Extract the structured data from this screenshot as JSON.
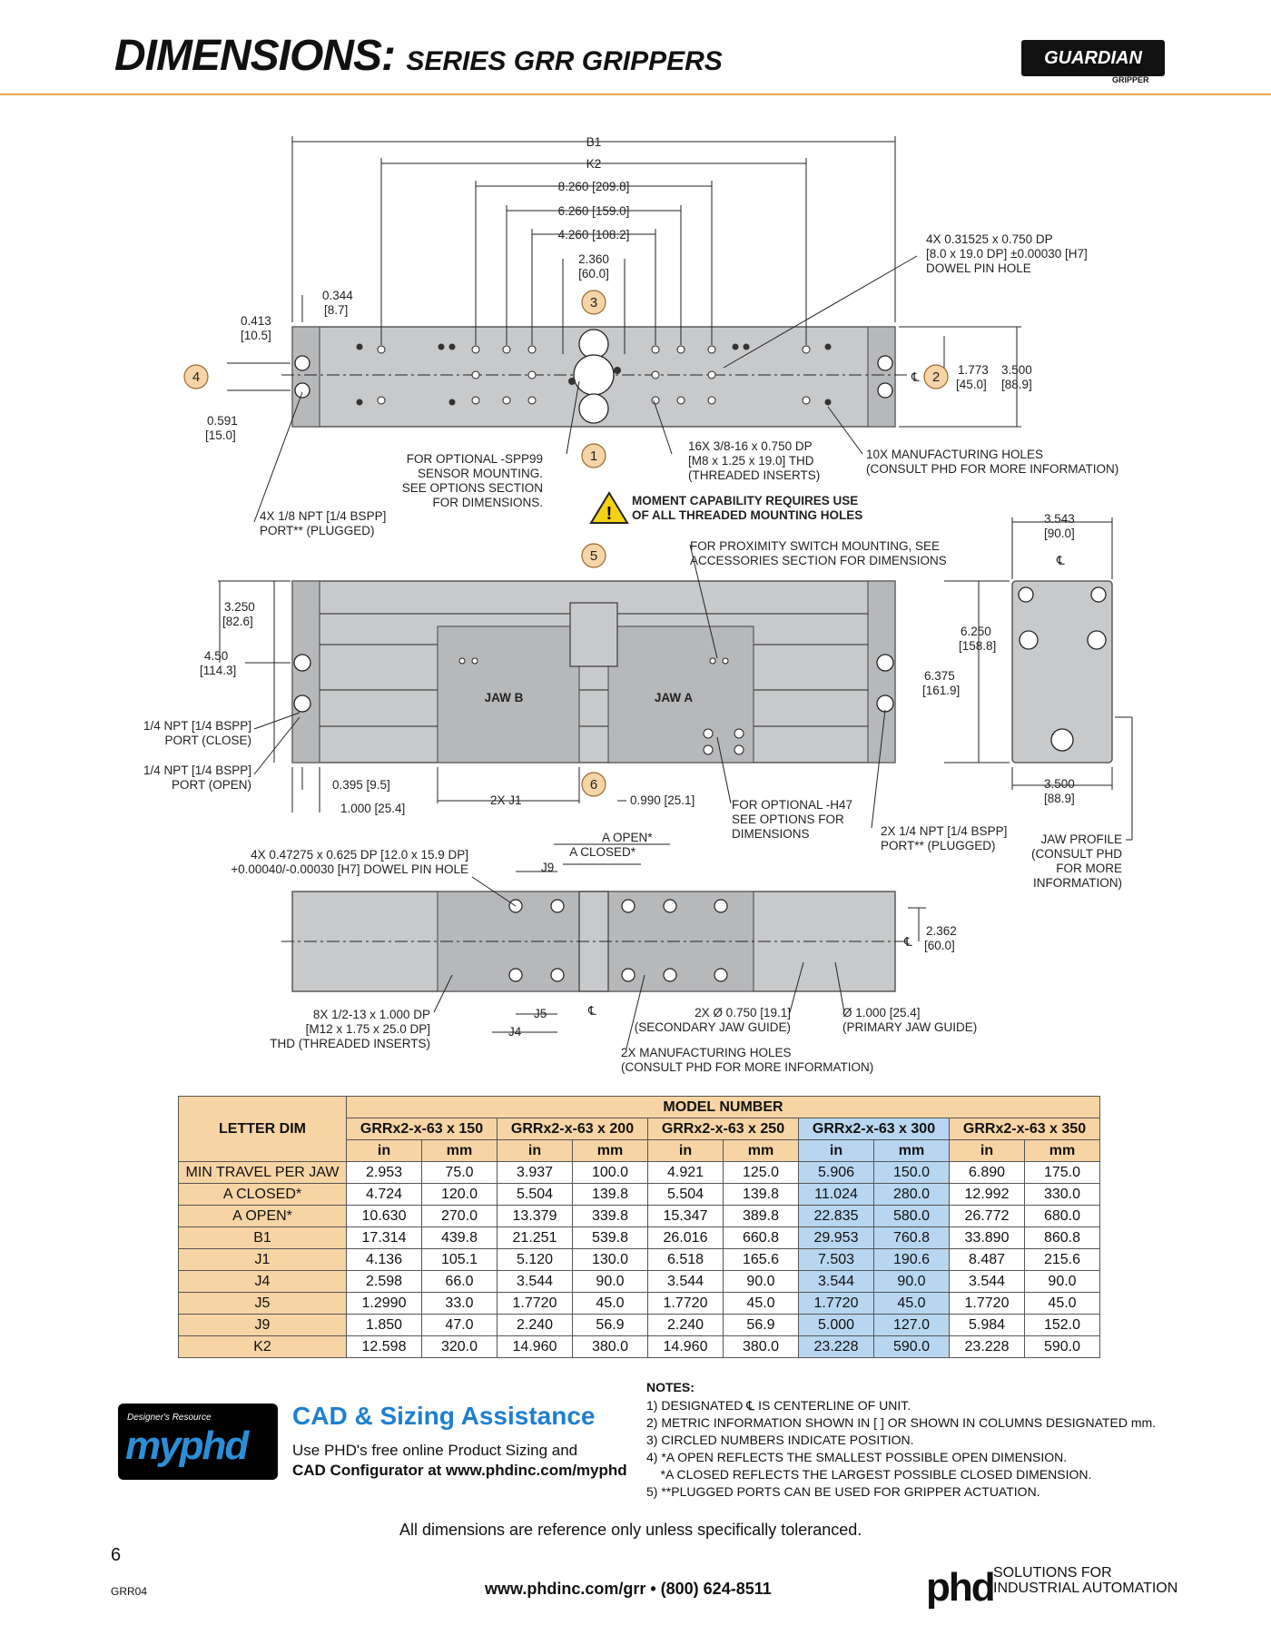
{
  "header": {
    "title_main": "DIMENSIONS:",
    "title_sub": "SERIES GRR GRIPPERS",
    "logo": "GUARDIAN",
    "logo_sub": "GRIPPER"
  },
  "drawing_labels": {
    "b1": "B1",
    "k2": "K2",
    "d8260": "8.260 [209.8]",
    "d6260": "6.260 [159.0]",
    "d4260": "4.260 [108.2]",
    "d2360a": "2.360",
    "d2360b": "[60.0]",
    "d0344a": "0.344",
    "d0344b": "[8.7]",
    "d0413a": "0.413",
    "d0413b": "[10.5]",
    "d0591a": "0.591",
    "d0591b": "[15.0]",
    "d1773a": "1.773",
    "d1773b": "[45.0]",
    "d3500a": "3.500",
    "d3500b": "[88.9]",
    "dowel1": "4X 0.31525 x 0.750 DP",
    "dowel2": "[8.0 x 19.0 DP] ±0.00030 [H7]",
    "dowel3": "DOWEL PIN HOLE",
    "spp1": "FOR OPTIONAL -SPP99",
    "spp2": "SENSOR MOUNTING.",
    "spp3": "SEE OPTIONS SECTION",
    "spp4": "FOR DIMENSIONS.",
    "thd1": "16X 3/8-16 x 0.750 DP",
    "thd2": "[M8 x 1.25 x 19.0] THD",
    "thd3": "(THREADED INSERTS)",
    "mfg1": "10X MANUFACTURING HOLES",
    "mfg2": "(CONSULT PHD FOR MORE INFORMATION)",
    "npt1": "4X 1/8 NPT [1/4 BSPP]",
    "npt2": "PORT** (PLUGGED)",
    "warn1": "MOMENT CAPABILITY REQUIRES USE",
    "warn2": "OF ALL THREADED MOUNTING HOLES",
    "prox1": "FOR PROXIMITY SWITCH MOUNTING, SEE",
    "prox2": "ACCESSORIES SECTION FOR DIMENSIONS",
    "d3250a": "3.250",
    "d3250b": "[82.6]",
    "d450a": "4.50",
    "d450b": "[114.3]",
    "pclose1": "1/4 NPT [1/4 BSPP]",
    "pclose2": "PORT (CLOSE)",
    "popen1": "1/4 NPT [1/4 BSPP]",
    "popen2": "PORT (OPEN)",
    "d0395": "0.395 [9.5]",
    "d1000": "1.000 [25.4]",
    "j1": "2X J1",
    "d0990": "0.990 [25.1]",
    "h47a": "FOR OPTIONAL -H47",
    "h47b": "SEE OPTIONS FOR",
    "h47c": "DIMENSIONS",
    "plug1": "2X 1/4 NPT [1/4 BSPP]",
    "plug2": "PORT** (PLUGGED)",
    "jawb": "JAW B",
    "jawa": "JAW A",
    "d3543a": "3.543",
    "d3543b": "[90.0]",
    "d6250a": "6.250",
    "d6250b": "[158.8]",
    "d6375a": "6.375",
    "d6375b": "[161.9]",
    "d3500c": "3.500",
    "d3500d": "[88.9]",
    "jp1": "JAW PROFILE",
    "jp2": "(CONSULT PHD",
    "jp3": "FOR MORE",
    "jp4": "INFORMATION)",
    "aopen": "A OPEN*",
    "aclosed": "A CLOSED*",
    "j9": "J9",
    "dp1": "4X 0.47275 x 0.625 DP [12.0 x 15.9 DP]",
    "dp2": "+0.00040/-0.00030 [H7] DOWEL PIN HOLE",
    "d2362a": "2.362",
    "d2362b": "[60.0]",
    "m12a": "8X 1/2-13 x 1.000 DP",
    "m12b": "[M12 x 1.75 x 25.0 DP]",
    "m12c": "THD (THREADED INSERTS)",
    "j5": "J5",
    "j4": "J4",
    "sec1": "2X Ø 0.750 [19.1]",
    "sec2": "(SECONDARY JAW GUIDE)",
    "pri1": "Ø 1.000 [25.4]",
    "pri2": "(PRIMARY JAW GUIDE)",
    "mfg3": "2X MANUFACTURING HOLES",
    "mfg4": "(CONSULT PHD FOR MORE INFORMATION)",
    "cl": "℄",
    "bubbles": [
      "1",
      "2",
      "3",
      "4",
      "5",
      "6"
    ]
  },
  "table": {
    "letter_dim": "LETTER DIM",
    "model_number": "MODEL NUMBER",
    "models": [
      "GRRx2-x-63 x 150",
      "GRRx2-x-63 x 200",
      "GRRx2-x-63 x 250",
      "GRRx2-x-63 x 300",
      "GRRx2-x-63 x 350"
    ],
    "units": [
      "in",
      "mm"
    ],
    "rows": [
      {
        "label": "MIN TRAVEL PER JAW",
        "values": [
          "2.953",
          "75.0",
          "3.937",
          "100.0",
          "4.921",
          "125.0",
          "5.906",
          "150.0",
          "6.890",
          "175.0"
        ]
      },
      {
        "label": "A CLOSED*",
        "values": [
          "4.724",
          "120.0",
          "5.504",
          "139.8",
          "5.504",
          "139.8",
          "11.024",
          "280.0",
          "12.992",
          "330.0"
        ]
      },
      {
        "label": "A OPEN*",
        "values": [
          "10.630",
          "270.0",
          "13.379",
          "339.8",
          "15.347",
          "389.8",
          "22.835",
          "580.0",
          "26.772",
          "680.0"
        ]
      },
      {
        "label": "B1",
        "values": [
          "17.314",
          "439.8",
          "21.251",
          "539.8",
          "26.016",
          "660.8",
          "29.953",
          "760.8",
          "33.890",
          "860.8"
        ]
      },
      {
        "label": "J1",
        "values": [
          "4.136",
          "105.1",
          "5.120",
          "130.0",
          "6.518",
          "165.6",
          "7.503",
          "190.6",
          "8.487",
          "215.6"
        ]
      },
      {
        "label": "J4",
        "values": [
          "2.598",
          "66.0",
          "3.544",
          "90.0",
          "3.544",
          "90.0",
          "3.544",
          "90.0",
          "3.544",
          "90.0"
        ]
      },
      {
        "label": "J5",
        "values": [
          "1.2990",
          "33.0",
          "1.7720",
          "45.0",
          "1.7720",
          "45.0",
          "1.7720",
          "45.0",
          "1.7720",
          "45.0"
        ]
      },
      {
        "label": "J9",
        "values": [
          "1.850",
          "47.0",
          "2.240",
          "56.9",
          "2.240",
          "56.9",
          "5.000",
          "127.0",
          "5.984",
          "152.0"
        ]
      },
      {
        "label": "K2",
        "values": [
          "12.598",
          "320.0",
          "14.960",
          "380.0",
          "14.960",
          "380.0",
          "23.228",
          "590.0",
          "23.228",
          "590.0"
        ]
      }
    ]
  },
  "myphd": {
    "designers": "Designer's Resource",
    "brand": "myphd"
  },
  "cad": {
    "title": "CAD & Sizing Assistance",
    "line1": "Use PHD's free online Product Sizing and",
    "line2": "CAD Configurator at www.phdinc.com/myphd"
  },
  "notes": {
    "title": "NOTES:",
    "items": [
      "1) DESIGNATED ℄ IS CENTERLINE OF UNIT.",
      "2) METRIC INFORMATION SHOWN IN [ ] OR SHOWN IN COLUMNS DESIGNATED mm.",
      "3) CIRCLED NUMBERS INDICATE POSITION.",
      "4) *A OPEN REFLECTS THE SMALLEST POSSIBLE OPEN DIMENSION.",
      "    *A CLOSED REFLECTS THE LARGEST POSSIBLE CLOSED DIMENSION.",
      "5) **PLUGGED PORTS CAN BE USED FOR GRIPPER ACTUATION."
    ]
  },
  "footer": {
    "disclaimer": "All dimensions are reference only unless specifically toleranced.",
    "page": "6",
    "code": "GRR04",
    "contact": "www.phdinc.com/grr • (800) 624-8511",
    "phd": "phd",
    "sol1": "SOLUTIONS FOR",
    "sol2": "INDUSTRIAL AUTOMATION"
  },
  "colors": {
    "accent_orange": "#e8a850",
    "table_header": "#f6d4a4",
    "selected_col": "#b8d6ef",
    "cad_blue": "#1f7fcf"
  }
}
